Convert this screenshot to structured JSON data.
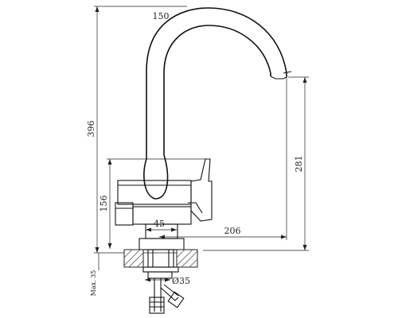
{
  "dimensions": {
    "top_reach": "150",
    "total_height": "396",
    "spout_height": "281",
    "handle_height": "156",
    "base_offset": "45",
    "spout_reach": "206",
    "hole_diameter": "Ø35",
    "max_thickness": "Max. 35"
  }
}
